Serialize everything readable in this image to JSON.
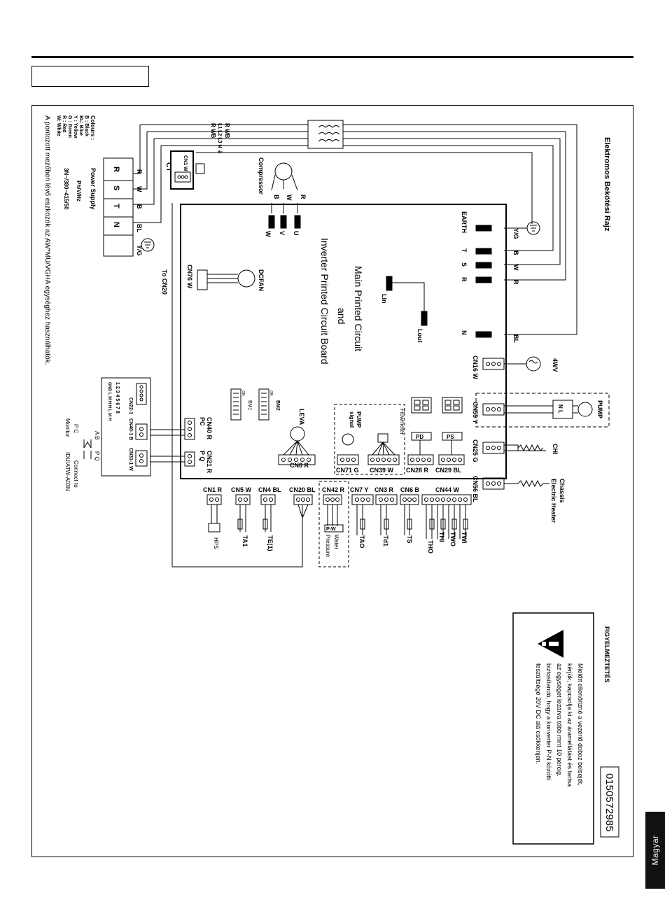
{
  "page": {
    "language_tab": "Magyar"
  },
  "diagram": {
    "title": "Elektromos Bekötési Rajz",
    "doc_number": "0150572985",
    "board_label_1": "Main Printed Circuit",
    "board_label_2": "and",
    "board_label_3": "Inverter Printed Circuit Board",
    "colours": {
      "heading": "Colours :",
      "b": "B : Black",
      "bl": "BL: Blue",
      "y": "Y : Yellow",
      "g": "G : Green",
      "r": "R : Red",
      "w": "W: White"
    },
    "power": {
      "title": "Power Supply",
      "spec_1": "Ph/V/Hz",
      "spec_2": "3N~/380~415/50"
    },
    "terminal": {
      "r": "R",
      "s": "S",
      "t": "T",
      "n": "N"
    },
    "wires": {
      "r": "R",
      "w": "W",
      "b": "B",
      "bl": "BL",
      "yg": "Y/G",
      "v": "V",
      "u": "U"
    },
    "ct": "CT",
    "cn1": "CN1 W",
    "filter_labels": {
      "rwb1": "R WB",
      "rwb2": "R WB",
      "terms": "L1 L2 L3 N ⏚"
    },
    "compressor": "Compressor",
    "earth": "EARTH",
    "board_terms": {
      "t": "T",
      "s": "S",
      "r": "R",
      "n": "N"
    },
    "lin": "Lin",
    "lout": "Lout",
    "dcfan": "DCFAN",
    "cn76": "CN76 W",
    "to_cn20": "To CN20",
    "cn16": "CN16 W",
    "fourwv": "4WV",
    "pump": "PUMP",
    "nl": "N L",
    "cn55": "CN55 Y",
    "cn25": "CN25 G",
    "chi": "CHI",
    "cn56": "CN56 BL",
    "chassis_1": "Chassis",
    "chassis_2": "Electric Heater",
    "cn22": "CN22-1",
    "cn22_rows": {
      "row1": "1 2 3 4 5 6 7 8",
      "row2": "GND L M H H L M H"
    },
    "cn40_1": "CN40-1 B",
    "cn31_1": "CN31-1 W",
    "cn40": "CN40 R",
    "cn40_pc": "PC",
    "cn21": "CN21 R",
    "cn21_pq": "P Q",
    "ab": "A B",
    "pq": "P Q",
    "pc_monitor_1": "P C",
    "pc_monitor_2": "Monitor",
    "connect_to_1": "Connect to",
    "connect_to_2": "IDU/ATW-A03N",
    "bm1": "BM1",
    "bm2": "BM2",
    "on": "ON",
    "leva": "LEVA",
    "cn8": "CN8 R",
    "pump_signal_1": "PUMP",
    "pump_signal_2": "signal",
    "cn71": "CN71 G",
    "flowmeter": "Flowmeter",
    "cn39": "CN39 W",
    "pd": "PD",
    "ps": "PS",
    "cn28": "CN28 R",
    "cn29": "CN29 BL",
    "connectors": [
      "CN1 R",
      "CN5 W",
      "CN4 BL",
      "CN20 BL",
      "CN42 R",
      "CN7 Y",
      "CN3 R",
      "CN6 B",
      "CN44 W"
    ],
    "sensors": [
      "HPS",
      "TA1",
      "TE(1)",
      "TAO",
      "Td1",
      "TS",
      "THO",
      "THI",
      "TWO",
      "TWI"
    ],
    "water_pressure_1": "Water",
    "water_pressure_2": "Pressure",
    "pw": "P-W",
    "footnote": "A pontozott mezőben lévő eszközök az AW*MU/VGHA egységhez használhatók.",
    "warning": {
      "heading": "FIGYELMEZTETÉS",
      "line_1": "Mielőtt ellenőrizné a vezérlő doboz belsejét,",
      "line_2": "kérjük, kapcsolja ki az áramellátást és tartsa",
      "line_3": "az egységet lezárva több mint 10 percig.",
      "line_4": "biztosítandó, hogy a konverter P-N közötti",
      "line_5": "feszültsége 20V DC alá csökkenjen."
    }
  }
}
